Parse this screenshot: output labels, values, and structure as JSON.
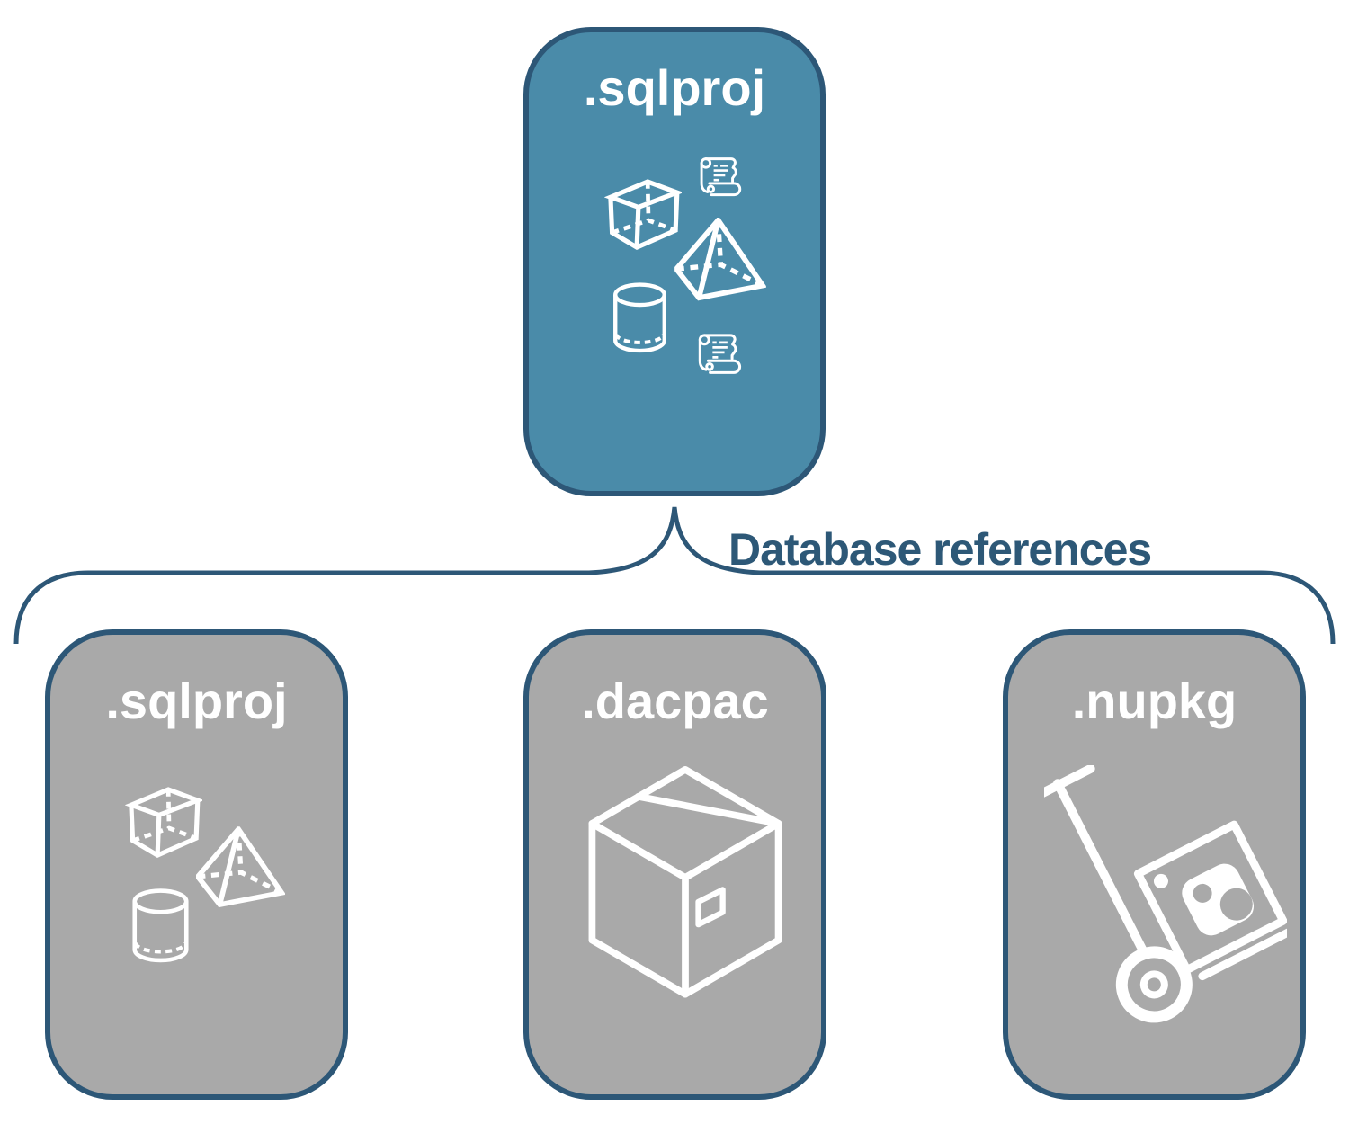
{
  "diagram": {
    "connector_label": "Database references",
    "root_node": {
      "label": ".sqlproj",
      "icons": [
        "sql-script-icon",
        "cube-icon",
        "pyramid-icon",
        "cylinder-icon",
        "sql-script-icon"
      ]
    },
    "child_nodes": [
      {
        "label": ".sqlproj",
        "icons": [
          "cube-icon",
          "pyramid-icon",
          "cylinder-icon"
        ]
      },
      {
        "label": ".dacpac",
        "icons": [
          "package-box-icon"
        ]
      },
      {
        "label": ".nupkg",
        "icons": [
          "nuget-package-icon"
        ]
      }
    ],
    "colors": {
      "primary_fill": "#4a8ba9",
      "secondary_fill": "#a9a9a9",
      "line_color": "#2d5777",
      "label_color": "#2d5877",
      "icon_color": "#ffffff",
      "background": "#ffffff"
    }
  }
}
